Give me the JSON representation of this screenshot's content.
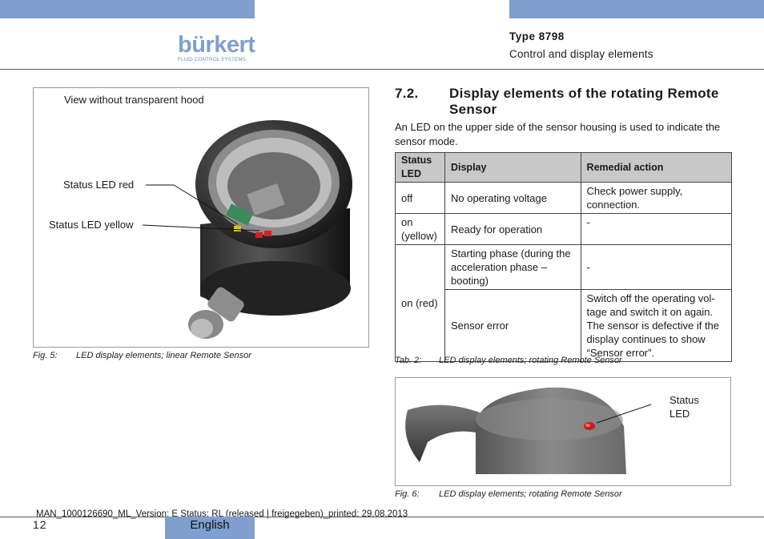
{
  "header": {
    "logo_name": "bürkert",
    "logo_tagline": "FLUID CONTROL SYSTEMS",
    "type_title": "Type 8798",
    "type_subtitle": "Control and display elements"
  },
  "figure5": {
    "title": "View without transparent hood",
    "label_red": "Status LED red",
    "label_yellow": "Status LED yellow",
    "caption_num": "Fig. 5:",
    "caption_text": "LED display elements; linear Remote Sensor"
  },
  "section": {
    "number": "7.2.",
    "title": "Display elements of the rotating Remote Sensor",
    "intro": "An LED on the upper side of the sensor housing is used to indicate the sensor mode."
  },
  "table": {
    "headers": [
      "Status LED",
      "Display",
      "Remedial action"
    ],
    "rows": [
      {
        "status": "off",
        "display": "No operating voltage",
        "action": "Check power supply, connection."
      },
      {
        "status": "on (yellow)",
        "display": "Ready for operation",
        "action": "-"
      },
      {
        "status": "on (red)",
        "display": "Starting phase (during the acceleration phase – booting)",
        "action": "-"
      },
      {
        "status": "",
        "display": "Sensor error",
        "action": "Switch off the operating vol- tage and switch it on again. The sensor is defective if the display continues to show “Sensor error”."
      }
    ],
    "caption_num": "Tab. 2:",
    "caption_text": "LED display elements; rotating Remote Sensor"
  },
  "figure6": {
    "label": "Status LED",
    "caption_num": "Fig. 6:",
    "caption_text": "LED display elements; rotating Remote Sensor"
  },
  "footer": {
    "meta": "MAN_1000126690_ML_Version: E Status: RL (released | freigegeben)_printed: 29.08.2013",
    "page_number": "12",
    "language": "English"
  },
  "colors": {
    "brand_blue": "#7f9fcf",
    "table_header_gray": "#c8c8c8"
  }
}
